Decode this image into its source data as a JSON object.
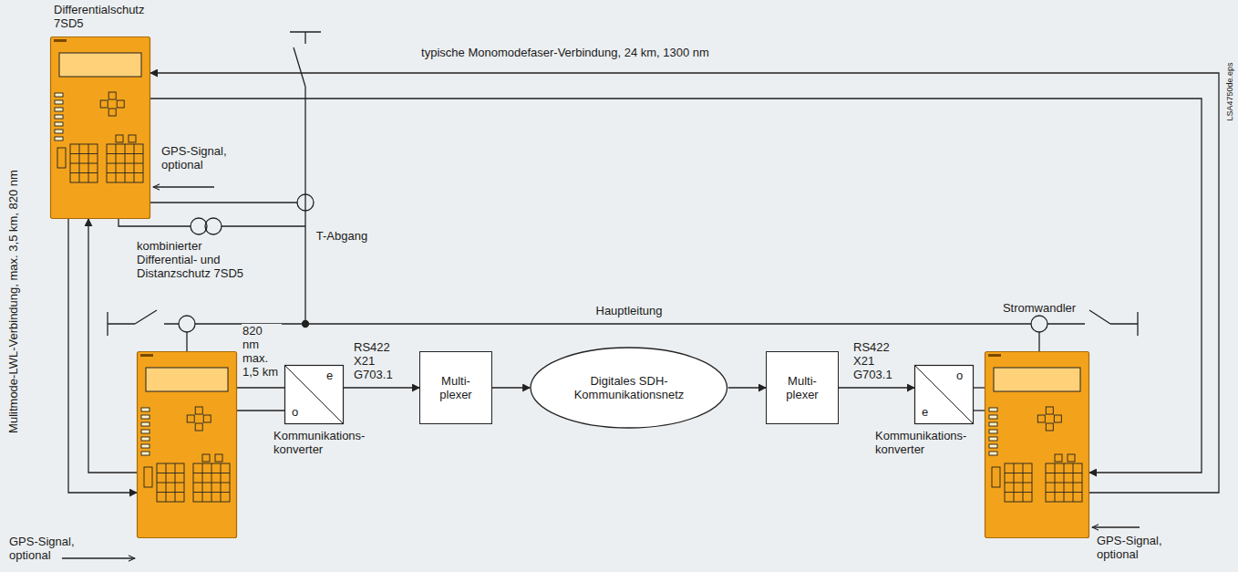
{
  "diagram": {
    "nodes": [
      {
        "text": [
          "Differentialschutz 7SD5",
          "GPS-Signal, optional"
        ]
      },
      {
        "text": [
          "kombinierter Differential- und Distanzschutz 7SD5",
          "GPS-Signal, optional"
        ]
      },
      {
        "text": [
          "e",
          "o",
          "Kommunikations- konverter"
        ]
      },
      {
        "text": [
          "Multi- plexer"
        ]
      },
      {
        "text": [
          "Digitales SDH- Kommunikationsnetz"
        ]
      },
      {
        "text": [
          "Multi- plexer"
        ]
      },
      {
        "text": [
          "o",
          "e",
          "Kommunikations- konverter"
        ]
      },
      {
        "text": [
          "GPS-Signal, optional"
        ]
      }
    ],
    "edges": [
      {
        "from": 0,
        "to": 1,
        "arrow": "to",
        "label": "Mulitmode-LWL-Verbindung, max. 3,5 km, 820 nm"
      },
      {
        "from": 1,
        "to": 0,
        "arrow": "to"
      },
      {
        "from": 7,
        "to": 0,
        "arrow": "to",
        "label": "typische Monomodefaser-Verbindung, 24 km, 1300 nm"
      },
      {
        "from": 0,
        "to": 7,
        "arrow": "to"
      },
      {
        "from": 1,
        "to": 2,
        "arrow": "none",
        "label": "820 nm max. 1,5 km"
      },
      {
        "from": 1,
        "to": 2,
        "arrow": "none"
      },
      {
        "from": 2,
        "to": 3,
        "arrow": "to",
        "label": "RS422 X21 G703.1"
      },
      {
        "from": 3,
        "to": 4,
        "arrow": "to"
      },
      {
        "from": 4,
        "to": 5,
        "arrow": "to"
      },
      {
        "from": 5,
        "to": 6,
        "arrow": "to",
        "label": "RS422 X21 G703.1"
      },
      {
        "from": 6,
        "to": 7,
        "arrow": "none"
      },
      {
        "from": 6,
        "to": 7,
        "arrow": "none"
      }
    ],
    "labels": [
      "T-Abgang",
      "Hauptleitung",
      "Stromwandler",
      "LSA4750de.eps"
    ]
  }
}
